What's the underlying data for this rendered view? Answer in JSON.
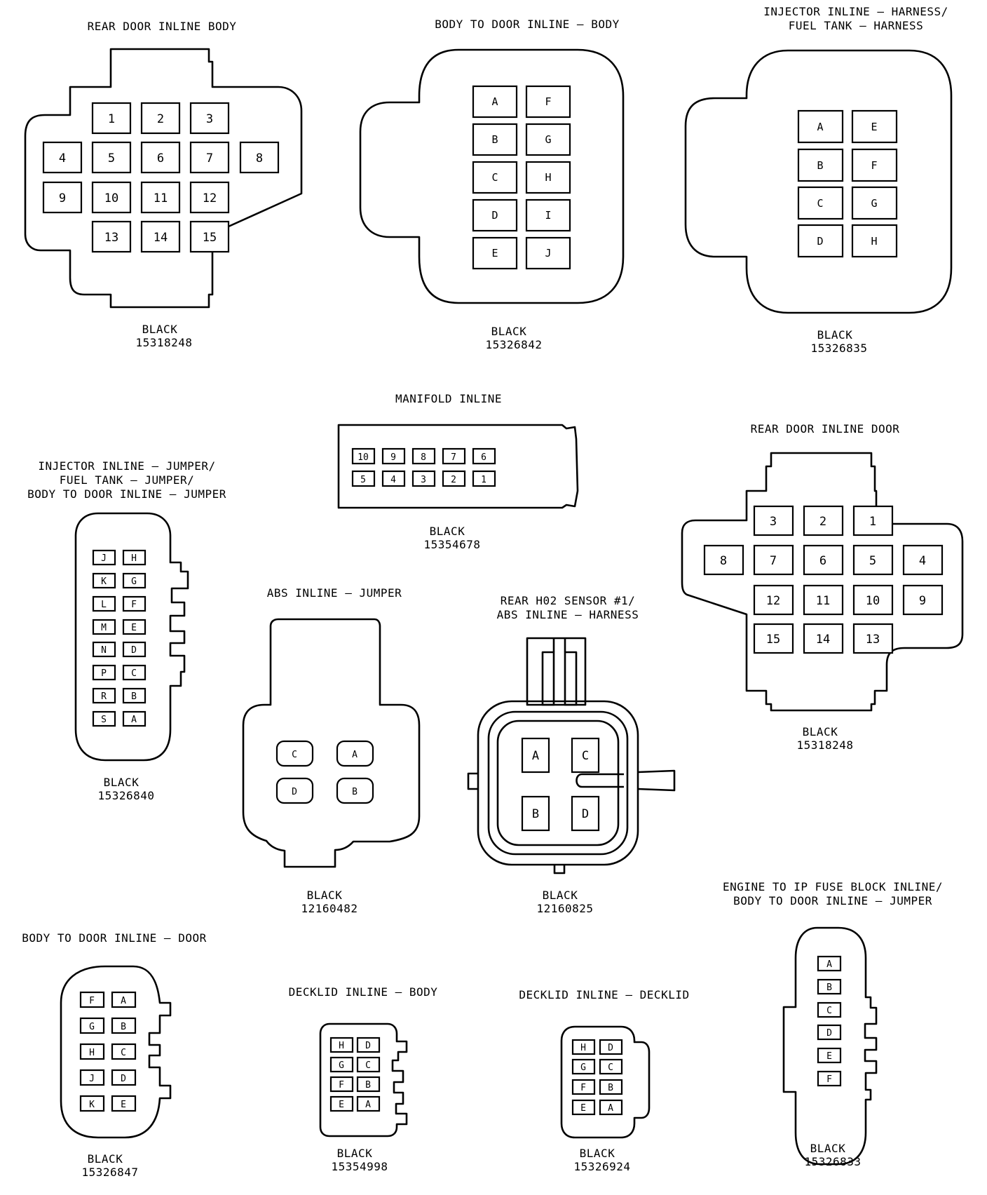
{
  "connectors": {
    "c1": {
      "title": [
        "REAR DOOR INLINE BODY"
      ],
      "color": "BLACK",
      "part": "15318248",
      "pins": [
        "1",
        "2",
        "3",
        "4",
        "5",
        "6",
        "7",
        "8",
        "9",
        "10",
        "11",
        "12",
        "13",
        "14",
        "15"
      ]
    },
    "c2": {
      "title": [
        "BODY TO DOOR INLINE – BODY"
      ],
      "color": "BLACK",
      "part": "15326842",
      "pins": [
        "A",
        "F",
        "B",
        "G",
        "C",
        "H",
        "D",
        "I",
        "E",
        "J"
      ]
    },
    "c3": {
      "title": [
        "INJECTOR INLINE – HARNESS/",
        "FUEL TANK – HARNESS"
      ],
      "color": "BLACK",
      "part": "15326835",
      "pins": [
        "A",
        "E",
        "B",
        "F",
        "C",
        "G",
        "D",
        "H"
      ]
    },
    "c4": {
      "title": [
        "MANIFOLD INLINE"
      ],
      "color": "BLACK",
      "part": "15354678",
      "pins": [
        "10",
        "9",
        "8",
        "7",
        "6",
        "5",
        "4",
        "3",
        "2",
        "1"
      ]
    },
    "c5": {
      "title": [
        "INJECTOR INLINE – JUMPER/",
        "FUEL TANK – JUMPER/",
        "BODY TO DOOR INLINE – JUMPER"
      ],
      "color": "BLACK",
      "part": "15326840",
      "pins": [
        "J",
        "H",
        "K",
        "G",
        "L",
        "F",
        "M",
        "E",
        "N",
        "D",
        "P",
        "C",
        "R",
        "B",
        "S",
        "A"
      ]
    },
    "c6": {
      "title": [
        "REAR DOOR INLINE DOOR"
      ],
      "color": "BLACK",
      "part": "15318248",
      "pins": [
        "3",
        "2",
        "1",
        "8",
        "7",
        "6",
        "5",
        "4",
        "12",
        "11",
        "10",
        "9",
        "15",
        "14",
        "13"
      ]
    },
    "c7": {
      "title": [
        "ABS INLINE – JUMPER"
      ],
      "color": "BLACK",
      "part": "12160482",
      "pins": [
        "C",
        "A",
        "D",
        "B"
      ]
    },
    "c8": {
      "title": [
        "REAR H02 SENSOR #1/",
        "ABS INLINE – HARNESS"
      ],
      "color": "BLACK",
      "part": "12160825",
      "pins": [
        "A",
        "C",
        "B",
        "D"
      ]
    },
    "c9": {
      "title": [
        "ENGINE TO IP FUSE BLOCK INLINE/",
        "BODY TO DOOR INLINE – JUMPER"
      ],
      "color": "BLACK",
      "part": "15326833",
      "pins": [
        "A",
        "B",
        "C",
        "D",
        "E",
        "F"
      ]
    },
    "c10": {
      "title": [
        "BODY TO DOOR INLINE – DOOR"
      ],
      "color": "BLACK",
      "part": "15326847",
      "pins": [
        "F",
        "A",
        "G",
        "B",
        "H",
        "C",
        "J",
        "D",
        "K",
        "E"
      ]
    },
    "c11": {
      "title": [
        "DECKLID INLINE – BODY"
      ],
      "color": "BLACK",
      "part": "15354998",
      "pins": [
        "H",
        "D",
        "G",
        "C",
        "F",
        "B",
        "E",
        "A"
      ]
    },
    "c12": {
      "title": [
        "DECKLID INLINE – DECKLID"
      ],
      "color": "BLACK",
      "part": "15326924",
      "pins": [
        "H",
        "D",
        "G",
        "C",
        "F",
        "B",
        "E",
        "A"
      ]
    }
  }
}
